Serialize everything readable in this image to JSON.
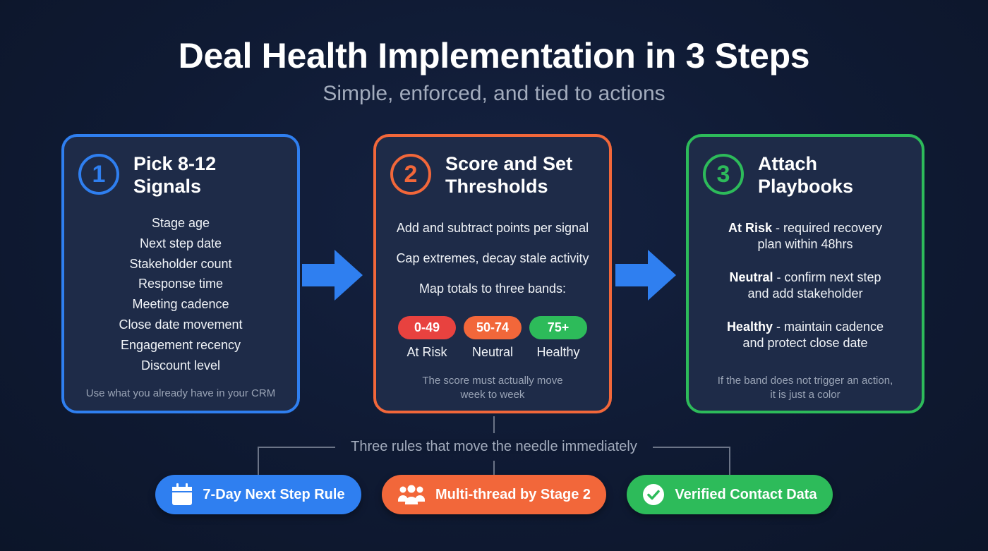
{
  "header": {
    "title": "Deal Health Implementation in 3 Steps",
    "subtitle": "Simple, enforced, and tied to actions"
  },
  "colors": {
    "background": "#0f1a33",
    "card": "#1e2b48",
    "blue": "#2f7ff0",
    "orange": "#f2673a",
    "green": "#2dbb5a",
    "red": "#e8423f",
    "muted_text": "#9aa4b6"
  },
  "steps": [
    {
      "number": "1",
      "title": "Pick 8-12 Signals",
      "items": [
        "Stage age",
        "Next step date",
        "Stakeholder count",
        "Response time",
        "Meeting cadence",
        "Close date movement",
        "Engagement recency",
        "Discount level"
      ],
      "footnote": "Use what you already have in your CRM"
    },
    {
      "number": "2",
      "title": "Score and Set Thresholds",
      "items": [
        "Add and subtract points per signal",
        "Cap extremes, decay stale activity",
        "Map totals to three bands:"
      ],
      "bands": [
        {
          "range": "0-49",
          "label": "At Risk",
          "color": "#e8423f"
        },
        {
          "range": "50-74",
          "label": "Neutral",
          "color": "#f2673a"
        },
        {
          "range": "75+",
          "label": "Healthy",
          "color": "#2dbb5a"
        }
      ],
      "footnote": "The score must actually move week to week"
    },
    {
      "number": "3",
      "title": "Attach Playbooks",
      "playbooks": [
        {
          "band": "At Risk",
          "action": " - required recovery plan within 48hrs"
        },
        {
          "band": "Neutral",
          "action": " - confirm next step and add stakeholder"
        },
        {
          "band": "Healthy",
          "action": " - maintain cadence and protect close date"
        }
      ],
      "footnote": "If the band does not trigger an action, it is just a color"
    }
  ],
  "rules": {
    "label": "Three rules that move the needle immediately",
    "items": [
      {
        "label": "7-Day Next Step Rule",
        "icon": "calendar-icon",
        "color": "#2f7ff0"
      },
      {
        "label": "Multi-thread by Stage 2",
        "icon": "users-icon",
        "color": "#f2673a"
      },
      {
        "label": "Verified Contact Data",
        "icon": "check-circle-icon",
        "color": "#2dbb5a"
      }
    ]
  }
}
